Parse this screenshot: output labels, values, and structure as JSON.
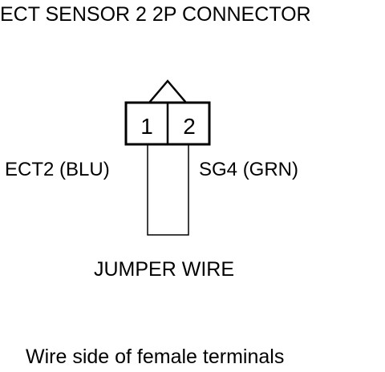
{
  "title": "ECT SENSOR 2 2P CONNECTOR",
  "connector": {
    "pins": [
      "1",
      "2"
    ]
  },
  "wires": {
    "left_label": "ECT2 (BLU)",
    "right_label": "SG4 (GRN)"
  },
  "jumper_label": "JUMPER WIRE",
  "caption": "Wire side of female terminals",
  "colors": {
    "line": "#000000",
    "background": "#ffffff"
  }
}
